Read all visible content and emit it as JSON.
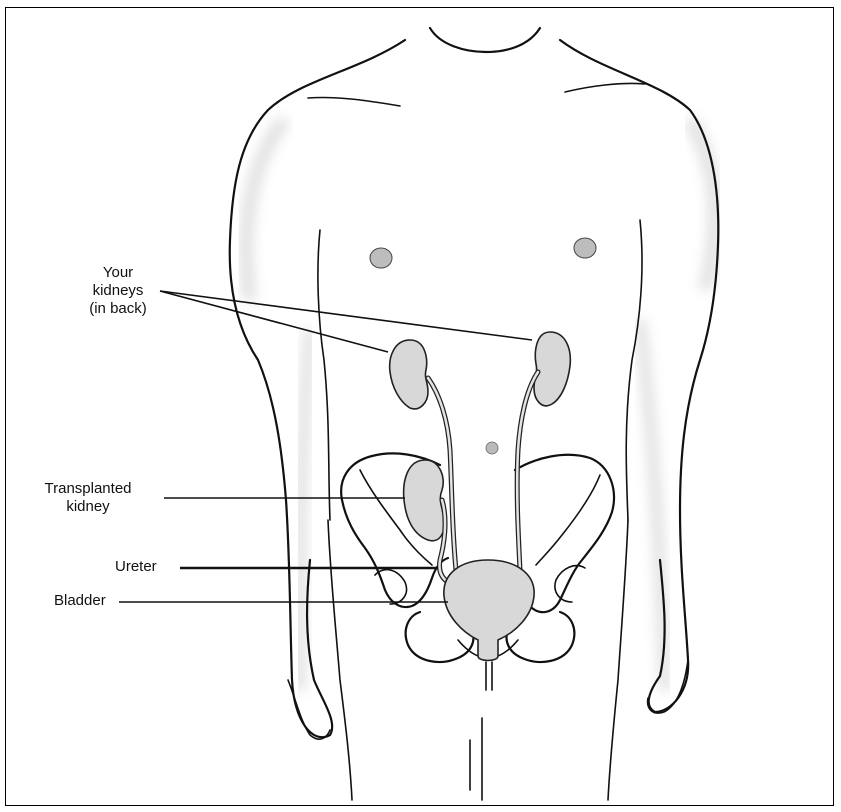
{
  "labels": {
    "kidneys_line1": "Your",
    "kidneys_line2": "kidneys",
    "kidneys_line3": "(in back)",
    "transplant_line1": "Transplanted",
    "transplant_line2": "kidney",
    "ureter": "Ureter",
    "bladder": "Bladder"
  },
  "colors": {
    "line": "#111111",
    "organ_fill": "#d8d8d8",
    "background": "#ffffff"
  }
}
